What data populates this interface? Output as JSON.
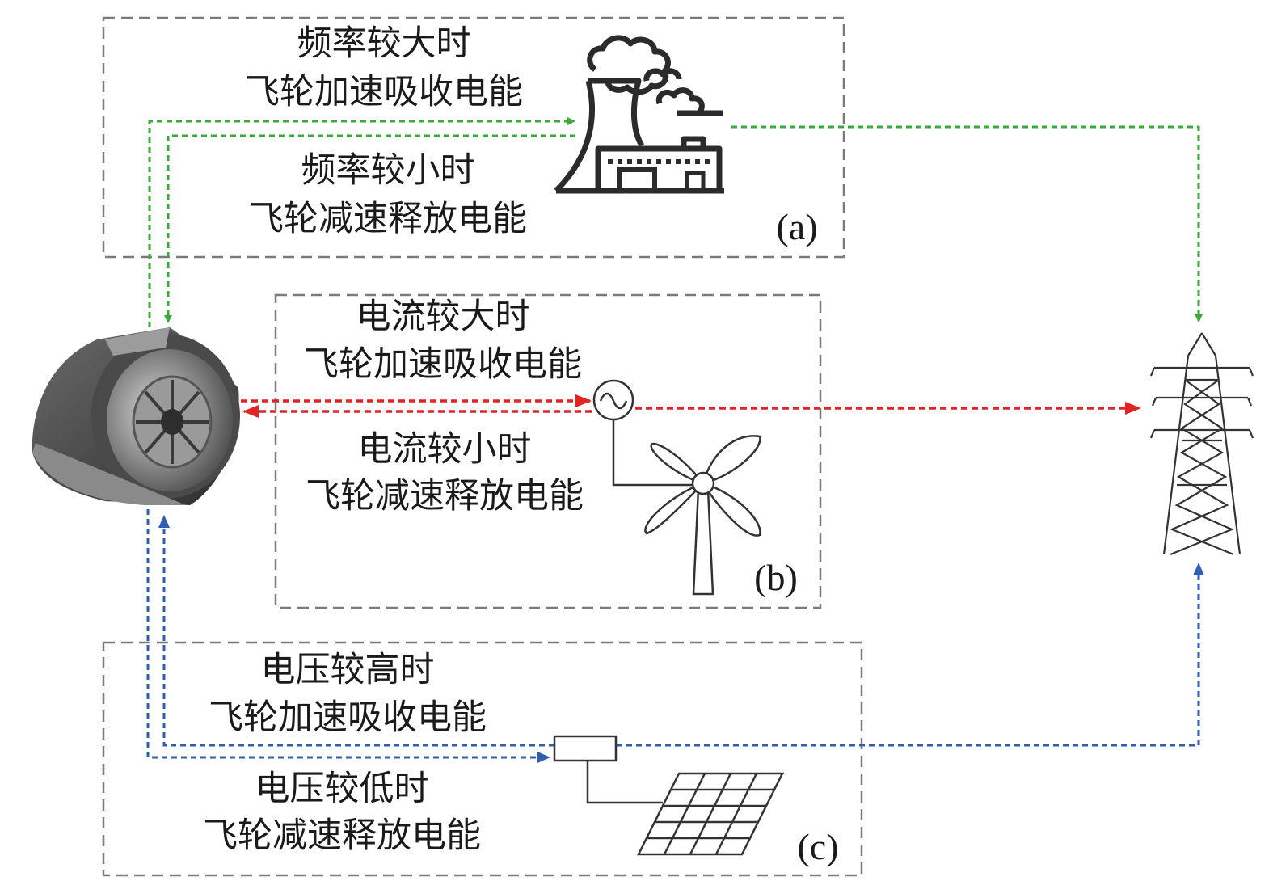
{
  "panels": {
    "a": {
      "tag": "(a)",
      "high": [
        "频率较大时",
        "飞轮加速吸收电能"
      ],
      "low": [
        "频率较小时",
        "飞轮减速释放电能"
      ]
    },
    "b": {
      "tag": "(b)",
      "high": [
        "电流较大时",
        "飞轮加速吸收电能"
      ],
      "low": [
        "电流较小时",
        "飞轮减速释放电能"
      ]
    },
    "c": {
      "tag": "(c)",
      "high": [
        "电压较高时",
        "飞轮加速吸收电能"
      ],
      "low": [
        "电压较低时",
        "飞轮减速释放电能"
      ]
    }
  },
  "icons": {
    "flywheel": "flywheel-icon",
    "power_plant": "power-plant-icon",
    "wind_turbine": "wind-turbine-icon",
    "ac_generator": "ac-generator-icon",
    "converter": "converter-box-icon",
    "solar_panel": "solar-panel-icon",
    "transmission_tower": "transmission-tower-icon"
  },
  "colors": {
    "frequency_flow": "#3aaa3a",
    "current_flow": "#e02424",
    "voltage_flow": "#2f5fb0",
    "frame": "#7a7a7a"
  }
}
